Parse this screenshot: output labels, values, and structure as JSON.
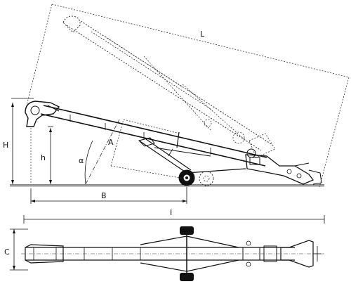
{
  "labels": {
    "L": "L",
    "H": "H",
    "h": "h",
    "alpha": "α",
    "A": "A",
    "B": "B",
    "I": "I",
    "C": "C"
  }
}
